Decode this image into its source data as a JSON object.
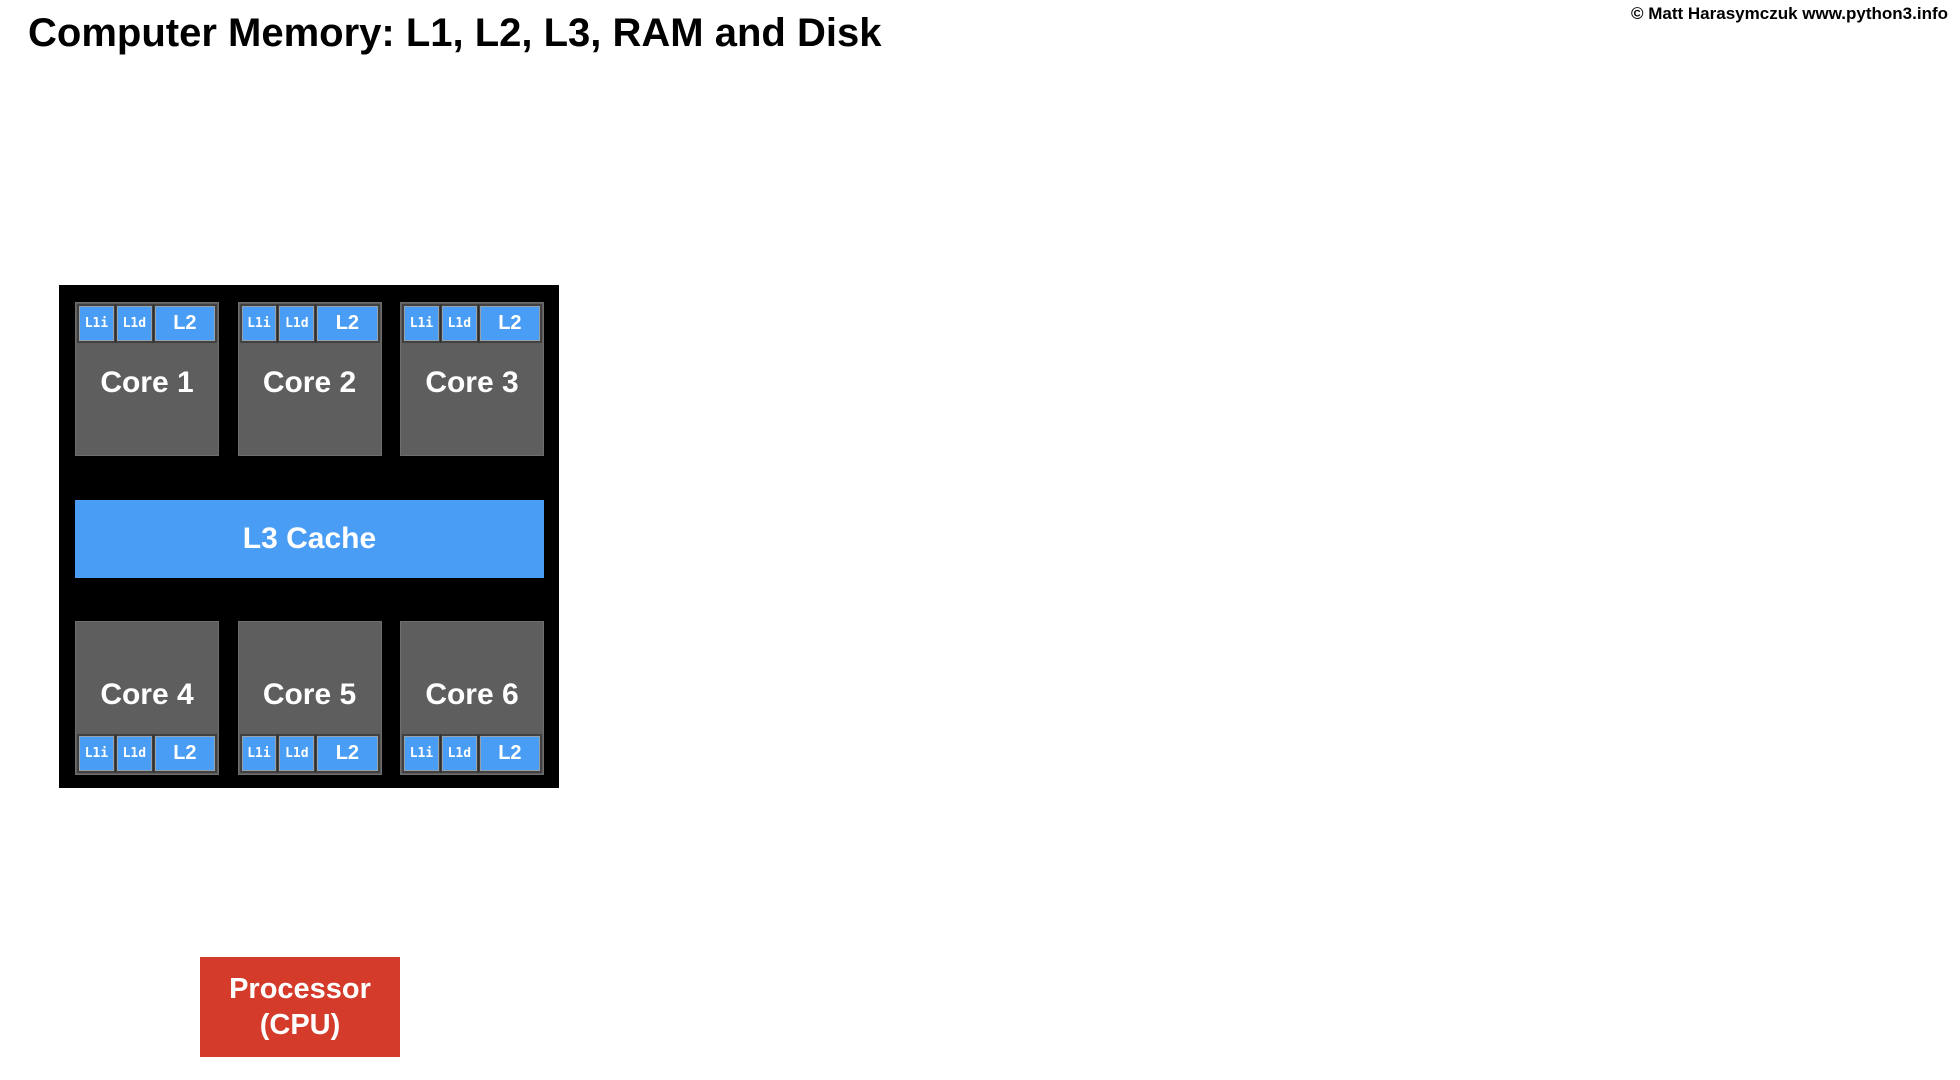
{
  "page": {
    "title": "Computer Memory: L1, L2, L3, RAM and Disk",
    "attribution": "© Matt Harasymczuk www.python3.info"
  },
  "diagram": {
    "l3_cache": {
      "label": "L3 Cache"
    },
    "processor": {
      "label_line1": "Processor",
      "label_line2": "(CPU)"
    },
    "cores": [
      {
        "name": "Core 1",
        "row": "top",
        "caches": {
          "l1i": "L1i",
          "l1d": "L1d",
          "l2": "L2"
        }
      },
      {
        "name": "Core 2",
        "row": "top",
        "caches": {
          "l1i": "L1i",
          "l1d": "L1d",
          "l2": "L2"
        }
      },
      {
        "name": "Core 3",
        "row": "top",
        "caches": {
          "l1i": "L1i",
          "l1d": "L1d",
          "l2": "L2"
        }
      },
      {
        "name": "Core 4",
        "row": "bottom",
        "caches": {
          "l1i": "L1i",
          "l1d": "L1d",
          "l2": "L2"
        }
      },
      {
        "name": "Core 5",
        "row": "bottom",
        "caches": {
          "l1i": "L1i",
          "l1d": "L1d",
          "l2": "L2"
        }
      },
      {
        "name": "Core 6",
        "row": "bottom",
        "caches": {
          "l1i": "L1i",
          "l1d": "L1d",
          "l2": "L2"
        }
      }
    ],
    "colors": {
      "die_black": "#000000",
      "core_gray": "#5e5e5e",
      "cache_blue": "#4a9df5",
      "cpu_red": "#d53b2a",
      "text_light": "#ffffff",
      "text_dark": "#000000"
    }
  }
}
